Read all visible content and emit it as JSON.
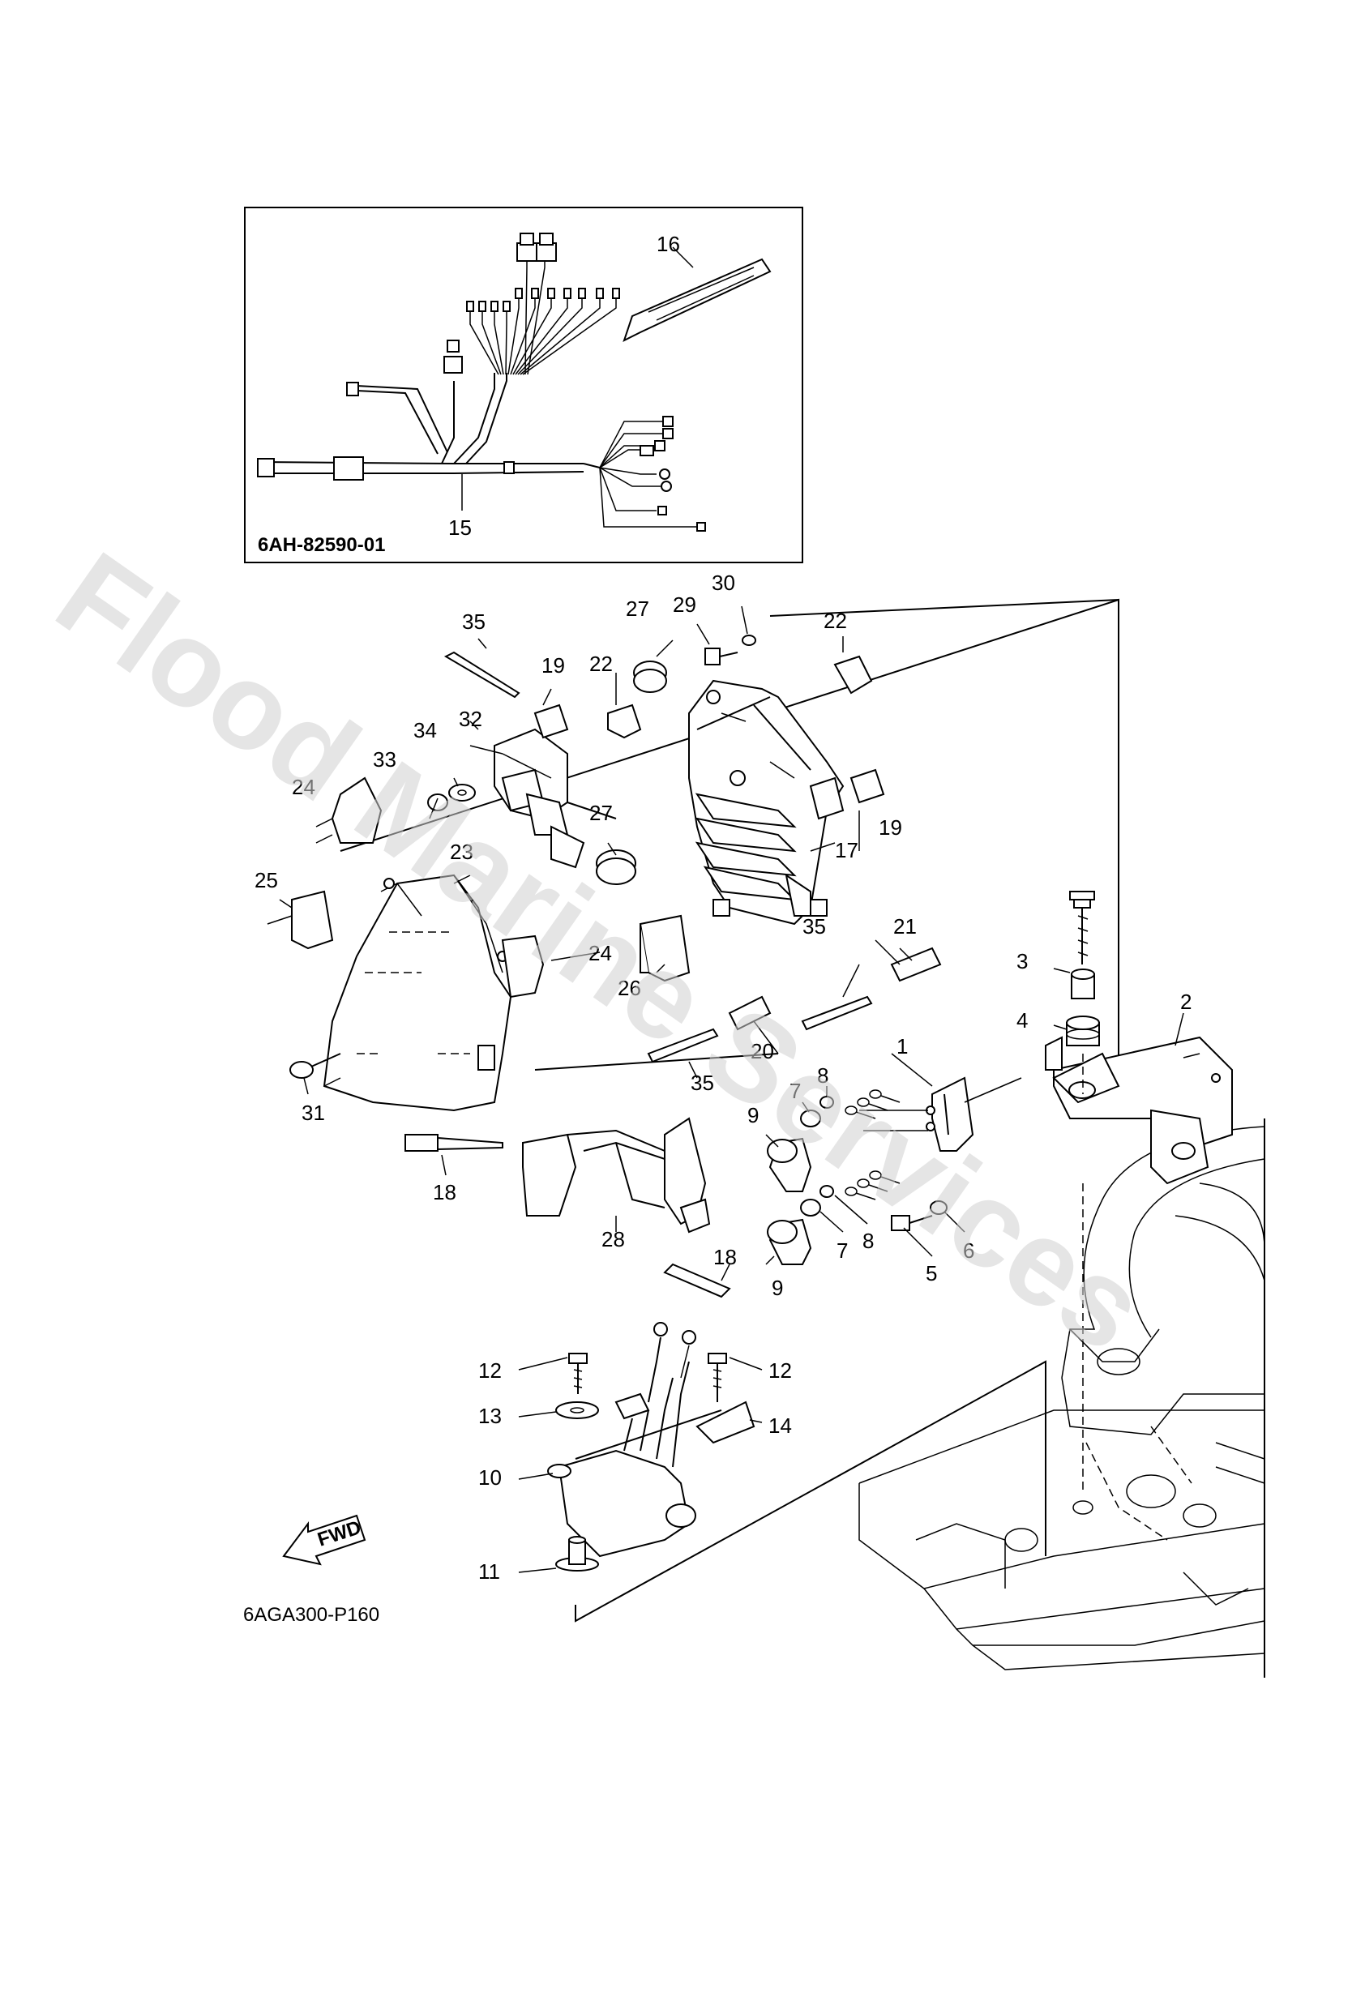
{
  "watermark": "Flood Marine Services",
  "inset_code": "6AH-82590-01",
  "diagram_code": "6AGA300-P160",
  "fwd_label": "FWD",
  "callouts": [
    "1",
    "2",
    "3",
    "4",
    "5",
    "6",
    "7",
    "7",
    "8",
    "8",
    "9",
    "9",
    "10",
    "11",
    "12",
    "12",
    "13",
    "14",
    "15",
    "16",
    "17",
    "18",
    "18",
    "19",
    "19",
    "20",
    "21",
    "22",
    "22",
    "23",
    "24",
    "24",
    "25",
    "26",
    "27",
    "27",
    "28",
    "29",
    "30",
    "31",
    "32",
    "33",
    "34",
    "35",
    "35",
    "35"
  ]
}
